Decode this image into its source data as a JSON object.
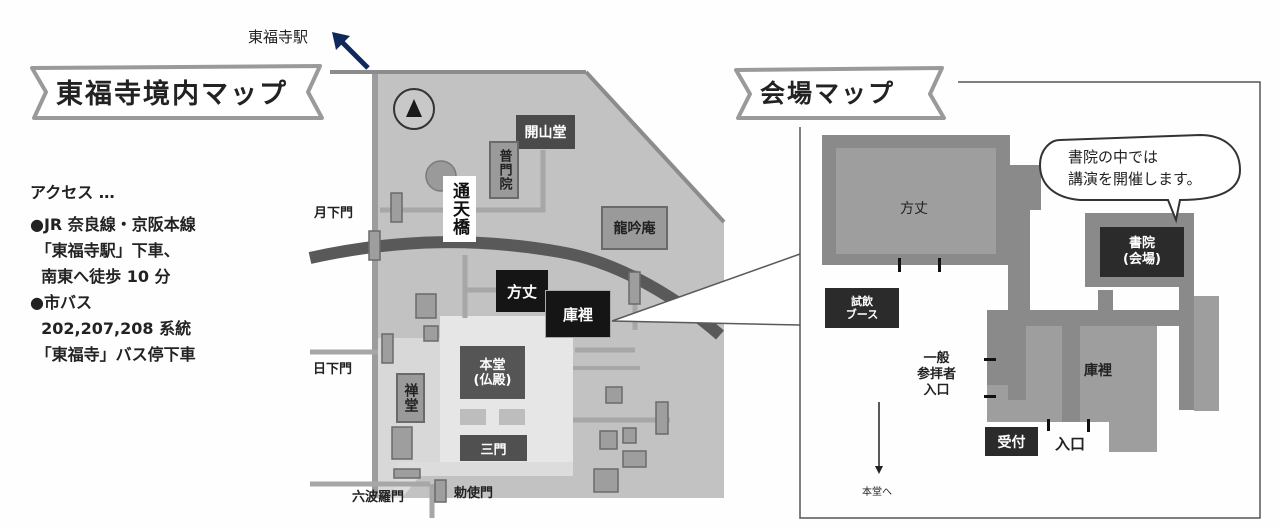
{
  "station_pointer": {
    "label": "東福寺駅",
    "arrow_color": "#0f2a5a"
  },
  "left_section": {
    "title": "東福寺境内マップ",
    "access": {
      "heading": "アクセス …",
      "lines": [
        "●JR 奈良線・京阪本線",
        " 「東福寺駅」下車、",
        "  南東へ徒歩 10 分",
        "●市バス",
        "  202,207,208 系統",
        " 「東福寺」バス停下車"
      ]
    },
    "map": {
      "north_icon": "north-arrow-icon",
      "bridge": "通天橋",
      "buildings": {
        "kaisando": "開山堂",
        "fumonin": "普門院",
        "ryoginan": "龍吟庵",
        "hojo": "方丈",
        "kuri": "庫裡",
        "hondo": "本堂\n(仏殿)",
        "zendo": "禅堂",
        "sanmon": "三門"
      },
      "gates": {
        "gekkamon": "月下門",
        "nikkamon": "日下門",
        "rokuharamon": "六波羅門",
        "chokushimon": "勅使門"
      }
    }
  },
  "right_section": {
    "title": "会場マップ",
    "speech_bubble": [
      "書院の中では",
      "講演を開催します。"
    ],
    "rooms": {
      "hojo": "方丈",
      "shoin": "書院\n(会場)",
      "kuri": "庫裡",
      "tasting_booth": "試飲\nブース",
      "reception": "受付"
    },
    "labels": {
      "general_entrance": "一般\n参拝者\n入口",
      "entrance": "入口",
      "to_hondo": "本堂へ"
    }
  },
  "colors": {
    "precinct_fill": "#c0c0c0",
    "precinct_light": "#e4e4e4",
    "road_dark": "#555555",
    "path_grey": "#a8a8a8",
    "building_grey": "#9a9a9a",
    "label_black": "#151515",
    "venue_outer": "#8a8a8a",
    "venue_inner": "#9e9e9e"
  }
}
